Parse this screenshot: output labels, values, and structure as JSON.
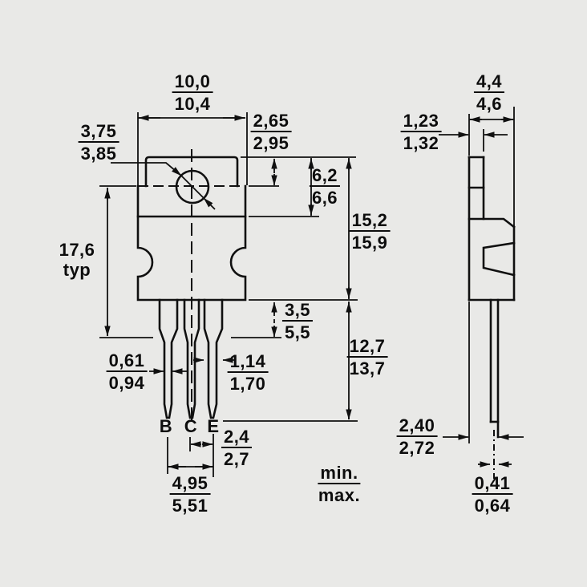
{
  "colors": {
    "background": "#e9e9e7",
    "ink": "#101010"
  },
  "note": {
    "top": "min.",
    "bottom": "max."
  },
  "front_view": {
    "pin_labels": {
      "b": "B",
      "c": "C",
      "e": "E"
    },
    "dims": {
      "body_width": {
        "min": "10,0",
        "max": "10,4"
      },
      "hole_center_offset": {
        "min": "2,65",
        "max": "2,95"
      },
      "hole_diameter": {
        "min": "3,75",
        "max": "3,85"
      },
      "overall_length_typ": {
        "value": "17,6",
        "qualifier": "typ"
      },
      "tab_top_to_step": {
        "min": "6,2",
        "max": "6,6"
      },
      "tab_top_to_body_bottom": {
        "min": "15,2",
        "max": "15,9"
      },
      "lead_shoulder": {
        "min": "3,5",
        "max": "5,5"
      },
      "lead_length": {
        "min": "12,7",
        "max": "13,7"
      },
      "lead_width_narrow": {
        "min": "0,61",
        "max": "0,94"
      },
      "lead_width_wide": {
        "min": "1,14",
        "max": "1,70"
      },
      "lead_pitch": {
        "min": "2,4",
        "max": "2,7"
      },
      "lead_span": {
        "min": "4,95",
        "max": "5,51"
      }
    }
  },
  "side_view": {
    "dims": {
      "body_depth": {
        "min": "4,4",
        "max": "4,6"
      },
      "tab_thickness": {
        "min": "1,23",
        "max": "1,32"
      },
      "lead_setback": {
        "min": "2,40",
        "max": "2,72"
      },
      "lead_thickness": {
        "min": "0,41",
        "max": "0,64"
      }
    }
  }
}
